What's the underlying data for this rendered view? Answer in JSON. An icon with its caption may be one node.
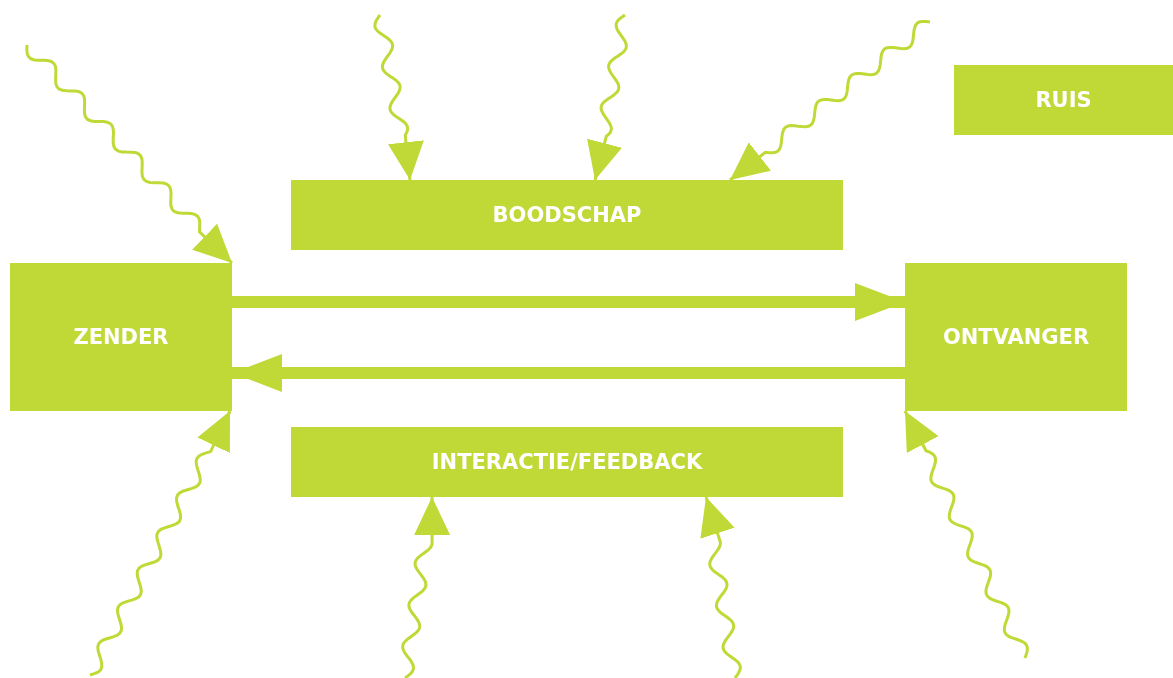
{
  "diagram": {
    "nodes": [
      {
        "text": [
          "RUIS"
        ]
      },
      {
        "text": [
          "BOODSCHAP"
        ]
      },
      {
        "text": [
          "ZENDER"
        ]
      },
      {
        "text": [
          "ONTVANGER"
        ]
      },
      {
        "text": [
          "INTERACTIE/FEEDBACK"
        ]
      }
    ],
    "edges": [
      {
        "from": 2,
        "to": 3,
        "arrow": "to",
        "style": "thick"
      },
      {
        "from": 3,
        "to": 2,
        "arrow": "to",
        "style": "thick"
      },
      {
        "from": null,
        "to": 2,
        "arrow": "to"
      },
      {
        "from": null,
        "to": 1,
        "arrow": "to"
      },
      {
        "from": null,
        "to": 1,
        "arrow": "to"
      },
      {
        "from": null,
        "to": 1,
        "arrow": "to"
      },
      {
        "from": null,
        "to": 2,
        "arrow": "to"
      },
      {
        "from": null,
        "to": 4,
        "arrow": "to"
      },
      {
        "from": null,
        "to": 4,
        "arrow": "to"
      },
      {
        "from": null,
        "to": 3,
        "arrow": "to"
      }
    ]
  }
}
